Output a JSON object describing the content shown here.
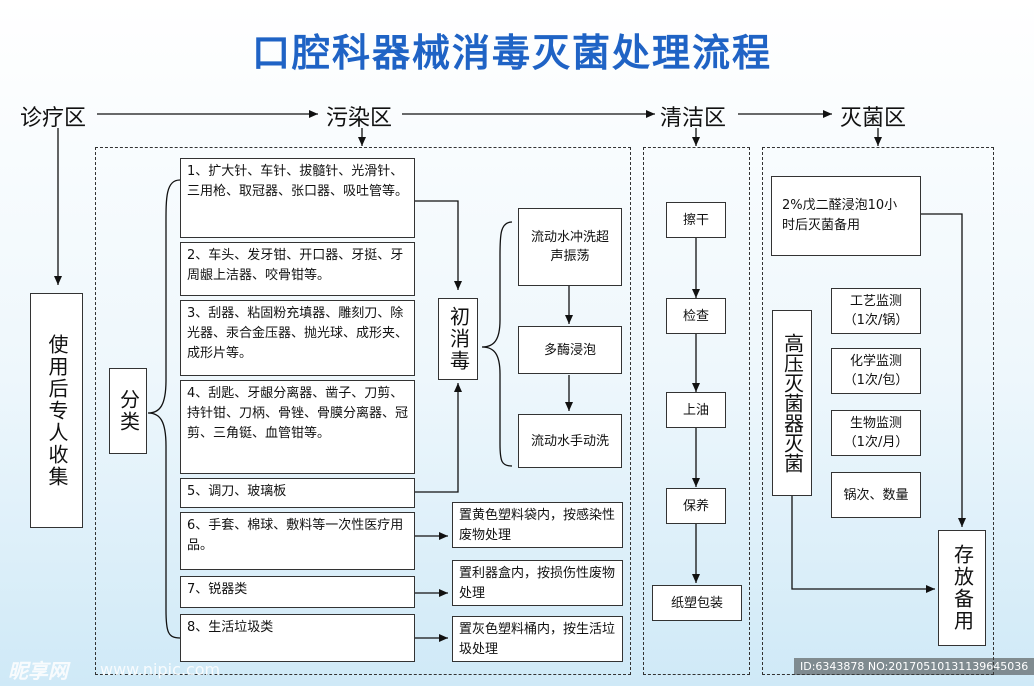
{
  "title": "口腔科器械消毒灭菌处理流程",
  "zones": {
    "clinic": "诊疗区",
    "contaminated": "污染区",
    "clean": "清洁区",
    "sterile": "灭菌区"
  },
  "clinic_collect": "使用后专人收集",
  "classify": "分类",
  "items": [
    "1、扩大针、车针、拔髓针、光滑针、三用枪、取冠器、张口器、吸吐管等。",
    "2、车头、发牙钳、开口器、牙挺、牙周龈上洁器、咬骨钳等。",
    "3、刮器、粘固粉充填器、雕刻刀、除光器、汞合金压器、抛光球、成形夹、成形片等。",
    "4、刮匙、牙龈分离器、凿子、刀剪、持针钳、刀柄、骨锉、骨膜分离器、冠剪、三角铤、血管钳等。",
    "5、调刀、玻璃板",
    "6、手套、棉球、敷料等一次性医疗用品。",
    "7、锐器类",
    "8、生活垃圾类"
  ],
  "disinfect": "初消毒",
  "wash_steps": [
    "流动水冲洗超声振荡",
    "多酶浸泡",
    "流动水手动洗"
  ],
  "disposal": [
    "置黄色塑料袋内，按感染性废物处理",
    "置利器盒内，按损伤性废物处理",
    "置灰色塑料桶内，按生活垃圾处理"
  ],
  "clean_steps": [
    "擦干",
    "检查",
    "上油",
    "保养",
    "纸塑包装"
  ],
  "sterile": {
    "chem_soak": "2%戊二醛浸泡10小时后灭菌备用",
    "autoclave": "高压灭菌器灭菌",
    "monitors": [
      {
        "name": "工艺监测",
        "freq": "（1次/锅）"
      },
      {
        "name": "化学监测",
        "freq": "（1次/包）"
      },
      {
        "name": "生物监测",
        "freq": "（1次/月）"
      },
      {
        "name": "锅次、数量",
        "freq": ""
      }
    ],
    "storage": "存放备用"
  },
  "watermark": {
    "logo": "昵享网",
    "url": "www.nipic.com",
    "id": "ID:6343878 NO:20170510131139645036"
  },
  "colors": {
    "title": "#1f63c5"
  }
}
